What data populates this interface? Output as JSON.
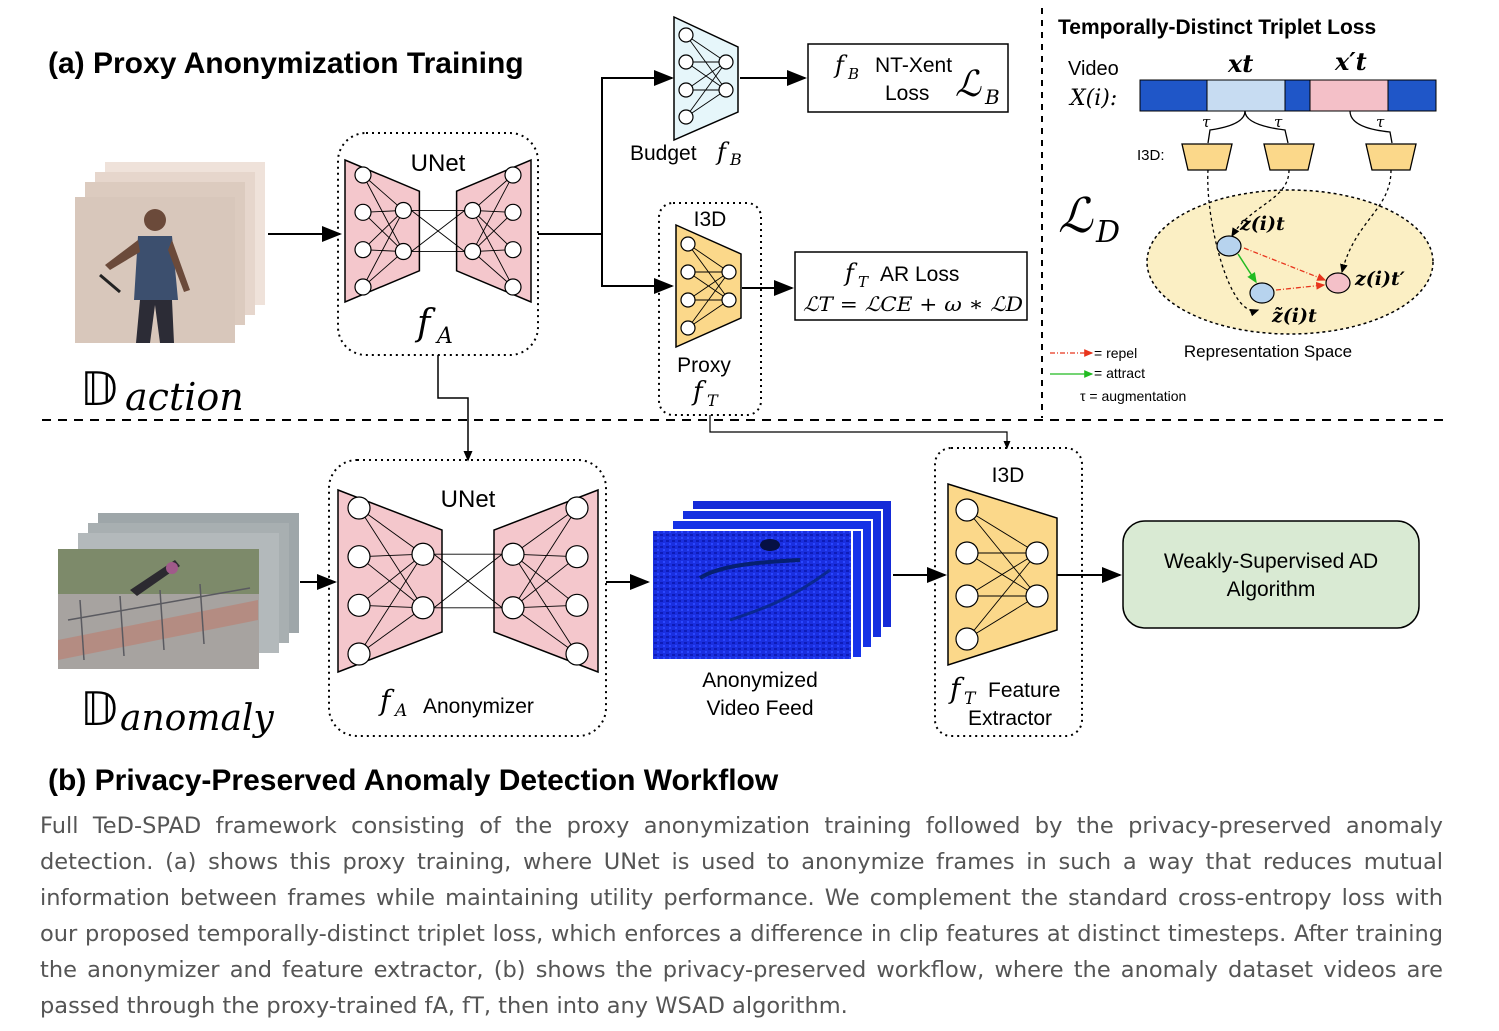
{
  "part_a": {
    "title": "(a) Proxy Anonymization Training",
    "unet_label": "UNet",
    "f_a": "f",
    "f_a_sub": "A",
    "dataset_symbol": "𝔻",
    "dataset_sub": "action",
    "budget_label": "Budget",
    "f_b": "f",
    "f_b_sub": "B",
    "ntxent_line1": "NT-Xent",
    "ntxent_line2": "Loss",
    "loss_b": "ℒ",
    "loss_b_sub": "B",
    "i3d_label": "I3D",
    "proxy_label": "Proxy",
    "f_t": "f",
    "f_t_sub": "T",
    "ar_loss_title": "AR Loss",
    "ar_loss_formula": "ℒT = ℒCE + ω ∗ ℒD"
  },
  "triplet": {
    "title": "Temporally-Distinct Triplet Loss",
    "video_label": "Video",
    "video_symbol": "X(i):",
    "xt": "xt",
    "xt_prime": "x′t",
    "tau": "τ",
    "i3d_short": "I3D:",
    "loss_d": "ℒ",
    "loss_d_sub": "D",
    "z_t": "z(i)t",
    "z_t_prime": "z(i)t′",
    "z_tilde": "z̃(i)t",
    "rep_space": "Representation Space",
    "legend_repel": "= repel",
    "legend_attract": "= attract",
    "legend_aug": "τ = augmentation",
    "colors": {
      "repel": "#e8341c",
      "attract": "#22bb22",
      "ellipse": "#fbefc4",
      "node_blue": "#b7d3ee",
      "node_pink": "#f4c0c8"
    }
  },
  "part_b": {
    "title": "(b) Privacy-Preserved Anomaly Detection Workflow",
    "unet_label": "UNet",
    "anonymizer_label": "Anonymizer",
    "dataset_sub": "anomaly",
    "video_feed_line1": "Anonymized",
    "video_feed_line2": "Video Feed",
    "i3d_label": "I3D",
    "feature_line1": "Feature",
    "feature_line2": "Extractor",
    "wsad_line1": "Weakly-Supervised AD",
    "wsad_line2": "Algorithm"
  },
  "caption": {
    "text": "Full TeD-SPAD framework consisting of the proxy anonymization training followed by the privacy-preserved anomaly detection. (a) shows this proxy training, where UNet is used to anonymize frames in such a way that reduces mutual information between frames while maintaining utility performance. We complement the standard cross-entropy loss with our proposed temporally-distinct triplet loss, which enforces a difference in clip features at distinct timesteps. After training the anonymizer and feature extractor, (b) shows the privacy-preserved workflow, where the anomaly dataset videos are passed through the proxy-trained fA, fT, then into any WSAD algorithm."
  }
}
